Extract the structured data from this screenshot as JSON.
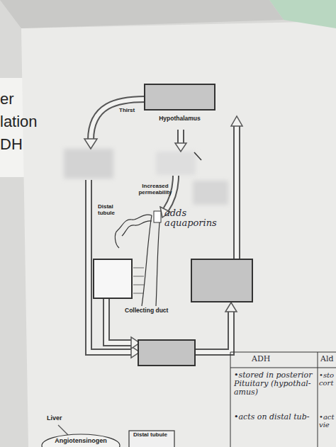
{
  "diagram": {
    "nodes": [
      {
        "text": [
          "Hypothalamus"
        ]
      },
      {
        "text": [
          "Angiotensinogen"
        ]
      }
    ],
    "labels": [
      "er",
      "lation",
      "DH",
      "Thirst",
      "Increased permeability",
      "Distal tubule",
      "adds aquaporins",
      "Collecting duct",
      "ADH",
      "Ald",
      "•stored in posterior Pituitary (hypothal- amus)",
      "•acts on distal tub-",
      "•sto cort",
      "•act vie",
      "Liver",
      "Distal tubule"
    ]
  }
}
